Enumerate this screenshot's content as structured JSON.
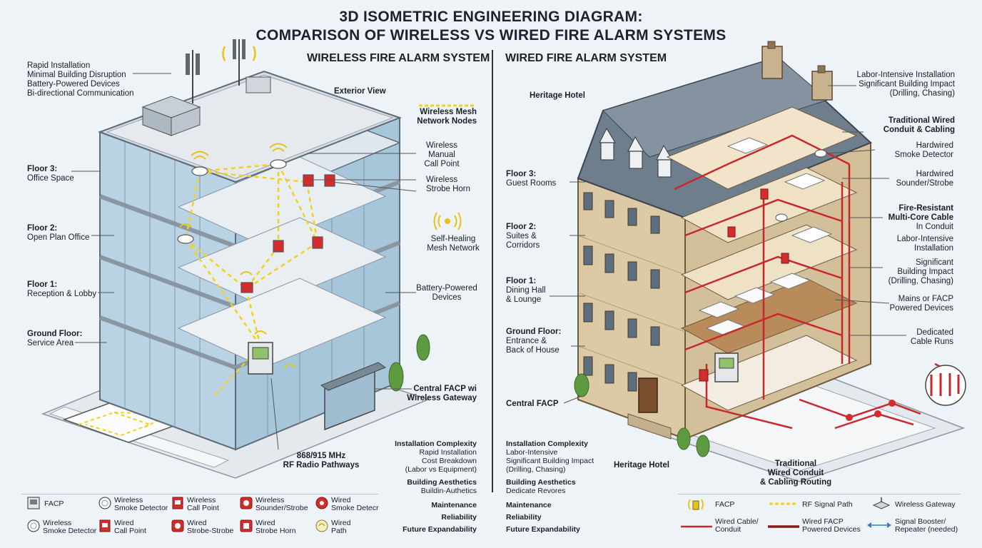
{
  "title": {
    "line1": "3D ISOMETRIC ENGINEERING DIAGRAM:",
    "line2": "COMPARISON OF WIRELESS VS WIRED FIRE ALARM SYSTEMS"
  },
  "wireless": {
    "heading": "WIRELESS FIRE ALARM SYSTEM",
    "benefits": [
      "Rapid Installation",
      "Minimal Building Disruption",
      "Battery-Powered Devices",
      "Bi-directional Communication"
    ],
    "exterior_view": "Exterior View",
    "floors": [
      {
        "name": "Floor 3:",
        "desc": "Office Space"
      },
      {
        "name": "Floor 2:",
        "desc": "Open Plan Office"
      },
      {
        "name": "Floor 1:",
        "desc": "Reception & Lobby"
      },
      {
        "name": "Ground Floor:",
        "desc": "Service Area"
      }
    ],
    "callouts": {
      "mesh_nodes": [
        "Wireless Mesh",
        "Network Nodes"
      ],
      "manual_call": [
        "Wireless",
        "Manual",
        "Call Point"
      ],
      "strobe_horn": [
        "Wireless",
        "Strobe Horn"
      ],
      "self_healing": [
        "Self-Healing",
        "Mesh Network"
      ],
      "battery": [
        "Battery-Powered",
        "Devices"
      ],
      "facp": [
        "Central FACP wi",
        "Wireless Gateway"
      ],
      "rf": [
        "868/915 MHz",
        "RF Radio Pathways"
      ]
    },
    "comparison": {
      "install_title": "Installation Complexity",
      "install_lines": [
        "Rapid Installation",
        "Cost Breakdown",
        "(Labor vs Equipment)"
      ],
      "aesthetics_title": "Building Aesthetics",
      "aesthetics_line": "Buildin-Authetics",
      "maintenance": "Maintenance",
      "reliability": "Reliability",
      "expandability": "Future Expandability"
    }
  },
  "wired": {
    "heading": "WIRED FIRE ALARM SYSTEM",
    "building": "Heritage Hotel",
    "building_bottom": "Heritage Hotel",
    "floors": [
      {
        "name": "Floor 3:",
        "desc": "Guest Rooms"
      },
      {
        "name": "Floor 2:",
        "desc": "Suites &",
        "desc2": "Corridors"
      },
      {
        "name": "Floor 1:",
        "desc": "Dining Hall",
        "desc2": "& Lounge"
      },
      {
        "name": "Ground Floor:",
        "desc": "Entrance &",
        "desc2": "Back of House"
      }
    ],
    "central_facp": "Central FACP",
    "callouts": {
      "labor": [
        "Labor-Intensive Installation",
        "Significant Building Impact",
        "(Drilling, Chasing)"
      ],
      "conduit": [
        "Traditional Wired",
        "Conduit & Cabling"
      ],
      "smoke": [
        "Hardwired",
        "Smoke Detector"
      ],
      "sounder": [
        "Hardwired",
        "Sounder/Strobe"
      ],
      "cable": [
        "Fire-Resistant",
        "Multi-Core Cable",
        "In Conduit"
      ],
      "labor2": [
        "Labor-Intensive",
        "Installation"
      ],
      "impact": [
        "Significant",
        "Building Impact",
        "(Drilling, Chasing)"
      ],
      "mains": [
        "Mains or FACP",
        "Powered Devices"
      ],
      "runs": [
        "Dedicated",
        "Cable Runs"
      ],
      "bottom": [
        "Traditional",
        "Wired Conduit",
        "& Cabling Routing"
      ]
    },
    "comparison": {
      "install_title": "Installation Complexity",
      "install_lines": [
        "Labor-Intensive",
        "Significant Building Impact",
        "(Drilling, Chasing)"
      ],
      "aesthetics_title": "Building Aesthetics",
      "aesthetics_line": "Dedicate Revores",
      "maintenance": "Maintenance",
      "reliability": "Reliability",
      "expandability": "Future Expandability"
    }
  },
  "legend_left": [
    {
      "icon": "facp-icon",
      "label": "FACP"
    },
    {
      "icon": "wireless-smoke-detector-icon",
      "label": "Wireless\nSmoke Detector"
    },
    {
      "icon": "wireless-call-point-icon",
      "label": "Wireless\nCall Point"
    },
    {
      "icon": "wireless-sounder-strobe-icon",
      "label": "Wireless\nSounder/Strobe"
    },
    {
      "icon": "wired-smoke-detector-icon",
      "label": "Wired\nSmoke Detecr"
    },
    {
      "icon": "wireless-smoke-detector-icon",
      "label": "Wireless\nSmoke Detector"
    },
    {
      "icon": "wired-call-point-icon",
      "label": "Wired\nCall Point"
    },
    {
      "icon": "wireless-strobe-icon",
      "label": "Wired\nStrobe-Strobe"
    },
    {
      "icon": "wired-strobe-horn-icon",
      "label": "Wired\nStrobe Horn"
    },
    {
      "icon": "wired-path-icon",
      "label": "Wired\nPath"
    }
  ],
  "legend_right": [
    {
      "icon": "facp-wireless-icon",
      "label": "FACP"
    },
    {
      "icon": "rf-signal-path-icon",
      "label": "RF Signal Path"
    },
    {
      "icon": "wireless-gateway-icon",
      "label": "Wireless Gateway"
    },
    {
      "icon": "wired-cable-icon",
      "label": "Wired Cable/\nConduit"
    },
    {
      "icon": "wired-facp-icon",
      "label": "Wired FACP\nPowered Devices"
    },
    {
      "icon": "signal-booster-icon",
      "label": "Signal Booster/\nRepeater (needed)"
    }
  ],
  "colors": {
    "rf_path": "#f2d21b",
    "wired_cable": "#c8282d",
    "glass": "#bcd8ea",
    "stone": "#d9c7a4",
    "roof": "#6f7e8c"
  }
}
